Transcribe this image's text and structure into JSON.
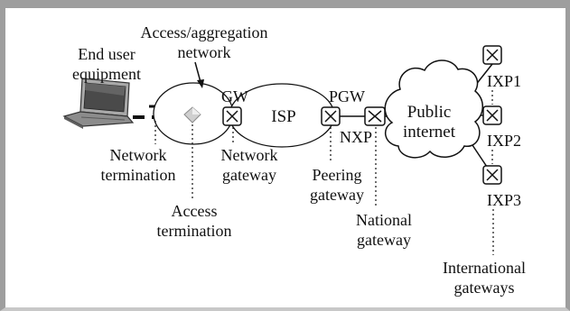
{
  "diagram": {
    "labels": {
      "access_network_line1": "Access/aggregation",
      "access_network_line2": "network",
      "end_user_line1": "End user",
      "end_user_line2": "equipment",
      "gw": "GW",
      "isp": "ISP",
      "pgw": "PGW",
      "public_internet_line1": "Public",
      "public_internet_line2": "internet",
      "ixp1": "IXP1",
      "ixp2": "IXP2",
      "ixp3": "IXP3",
      "nxp": "NXP",
      "network_termination_line1": "Network",
      "network_termination_line2": "termination",
      "network_gateway_line1": "Network",
      "network_gateway_line2": "gateway",
      "peering_gateway_line1": "Peering",
      "peering_gateway_line2": "gateway",
      "access_termination_line1": "Access",
      "access_termination_line2": "termination",
      "national_gateway_line1": "National",
      "national_gateway_line2": "gateway",
      "international_gateways_line1": "International",
      "international_gateways_line2": "gateways"
    }
  }
}
